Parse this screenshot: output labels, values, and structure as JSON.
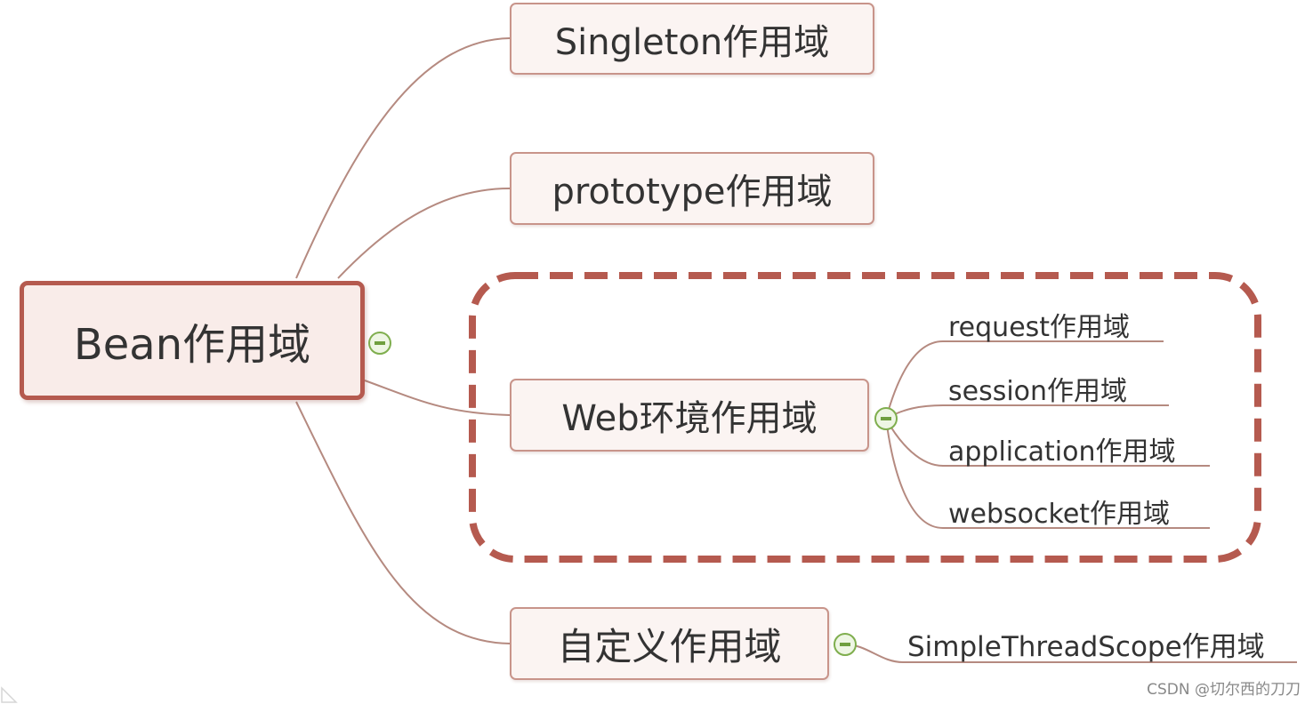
{
  "diagram": {
    "root": {
      "label": "Bean作用域"
    },
    "branches": [
      {
        "label": "Singleton作用域"
      },
      {
        "label": "prototype作用域"
      },
      {
        "label": "Web环境作用域",
        "children": [
          {
            "label": "request作用域"
          },
          {
            "label": "session作用域"
          },
          {
            "label": "application作用域"
          },
          {
            "label": "websocket作用域"
          }
        ]
      },
      {
        "label": "自定义作用域",
        "children": [
          {
            "label": "SimpleThreadScope作用域"
          }
        ]
      }
    ],
    "colors": {
      "root_border": "#b55a4f",
      "node_border": "#c8948a",
      "node_fill": "#fbf4f2",
      "connector": "#b58a80",
      "highlight_dash": "#b55a4f",
      "collapse_button": "#7fae4e"
    },
    "icons": {
      "collapse": "collapse-minus-icon"
    }
  },
  "watermark": "CSDN @切尔西的刀刀"
}
